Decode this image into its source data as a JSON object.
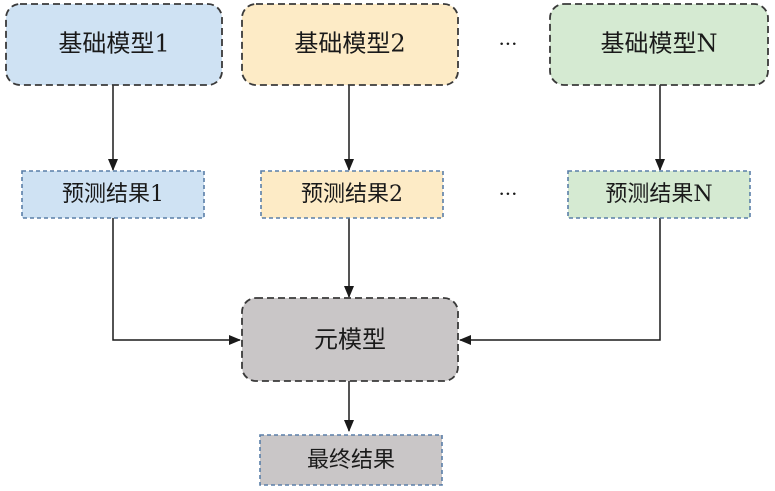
{
  "diagram": {
    "base_models": [
      {
        "label": "基础模型1",
        "color": "#cfe2f3"
      },
      {
        "label": "基础模型2",
        "color": "#fdebc6"
      },
      {
        "label": "基础模型N",
        "color": "#d5ead2"
      }
    ],
    "predictions": [
      {
        "label": "预测结果1",
        "color": "#cfe2f3"
      },
      {
        "label": "预测结果2",
        "color": "#fdebc6"
      },
      {
        "label": "预测结果N",
        "color": "#d5ead2"
      }
    ],
    "ellipsis": "···",
    "meta_model": {
      "label": "元模型",
      "color": "#c9c6c7"
    },
    "final_result": {
      "label": "最终结果",
      "color": "#c9c6c7"
    }
  }
}
